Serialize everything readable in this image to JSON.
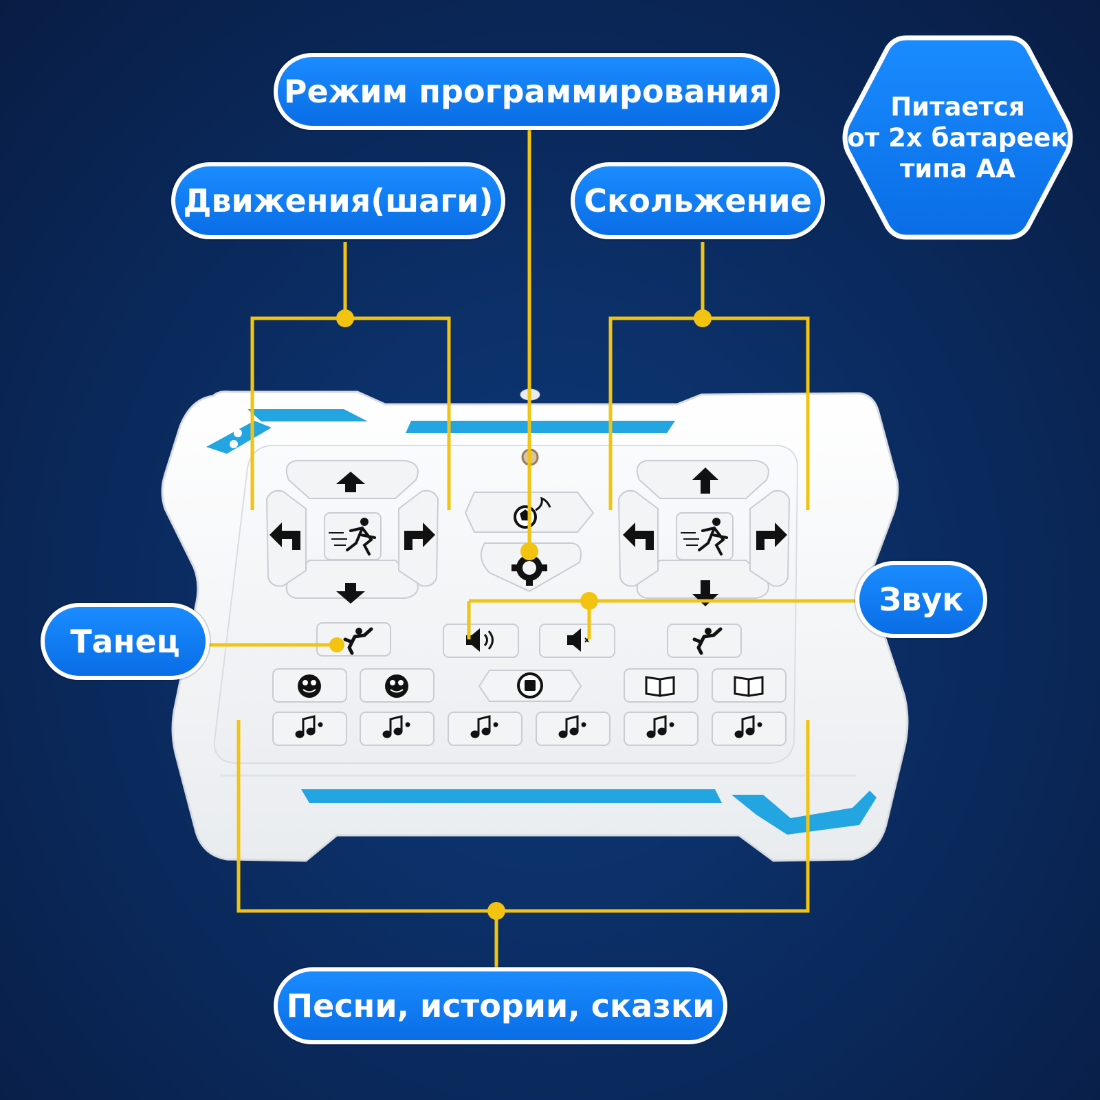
{
  "labels": {
    "programming_mode": "Режим программирования",
    "movements": "Движения(шаги)",
    "sliding": "Скольжение",
    "dance": "Танец",
    "sound": "Звук",
    "songs": "Песни, истории, сказки"
  },
  "battery_badge": {
    "line1": "Питается",
    "line2": "от 2х батареек",
    "line3": "типа АА"
  },
  "colors": {
    "background": "#0b2d63",
    "label_fill": "#0a6de6",
    "label_border": "#ffffff",
    "connector_lines": "#f2c40f",
    "controller_body": "#ffffff",
    "controller_accent": "#22a5e0"
  },
  "controller_icons": {
    "left_cluster": [
      "arrow-up-icon",
      "arrow-left-icon",
      "runner-icon",
      "arrow-right-icon",
      "arrow-down-icon"
    ],
    "right_cluster": [
      "arrow-up-icon",
      "arrow-left-icon",
      "runner-icon",
      "arrow-right-icon",
      "arrow-down-icon"
    ],
    "center": [
      "ball-icon",
      "gear-icon",
      "stop-icon"
    ],
    "sound": [
      "volume-up-icon",
      "volume-down-icon"
    ],
    "dance": [
      "dancer-icon",
      "dancer-icon"
    ],
    "faces": [
      "smiley-icon",
      "smiley-icon"
    ],
    "books": [
      "book-icon",
      "book-icon"
    ],
    "music": [
      "music-note-icon",
      "music-note-icon",
      "music-note-icon",
      "music-note-icon",
      "music-note-icon",
      "music-note-icon"
    ]
  }
}
